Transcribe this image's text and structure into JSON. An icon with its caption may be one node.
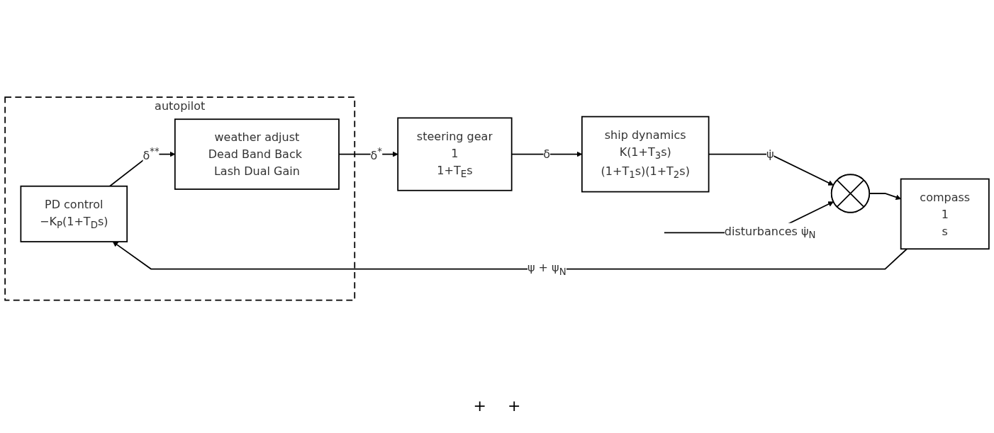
{
  "diagram": {
    "nodes": [
      {
        "text": [
          "autopilot"
        ]
      },
      {
        "text": [
          "PD control",
          "−K$_{P}$(1+T$_{D}$s)"
        ],
        "in": 0
      },
      {
        "text": [
          "weather adjust",
          "Dead Band Back Lash Dual Gain"
        ],
        "in": 0
      },
      {
        "text": [
          "steering gear",
          "1",
          "1+T$_{E}$s"
        ]
      },
      {
        "text": [
          "ship dynamics",
          "K(1+T$_{3}$s)",
          "(1+T$_{1}$s)(1+T$_{2}$s)"
        ]
      },
      {
        "text": [],
        "shape": "circle"
      },
      {
        "text": [
          "compass",
          "1",
          "s"
        ]
      }
    ],
    "edges": [
      {
        "from": 1,
        "to": 2,
        "arrow": "to",
        "label": "δ$^{**}$"
      },
      {
        "from": 2,
        "to": 3,
        "arrow": "to",
        "label": "δ$^{*}$"
      },
      {
        "from": 3,
        "to": 4,
        "arrow": "to",
        "label": "δ"
      },
      {
        "from": 4,
        "to": 5,
        "arrow": "to",
        "label": "ψ̇"
      },
      {
        "from": 5,
        "to": 6,
        "arrow": "to"
      },
      {
        "from": 6,
        "to": 1,
        "arrow": "to",
        "label": "ψ + ψ$_{N}$"
      },
      {
        "from": null,
        "to": 5,
        "arrow": "to",
        "label": "disturbances ψ̇$_{N}$"
      }
    ],
    "labels": [
      "+",
      "+"
    ]
  }
}
